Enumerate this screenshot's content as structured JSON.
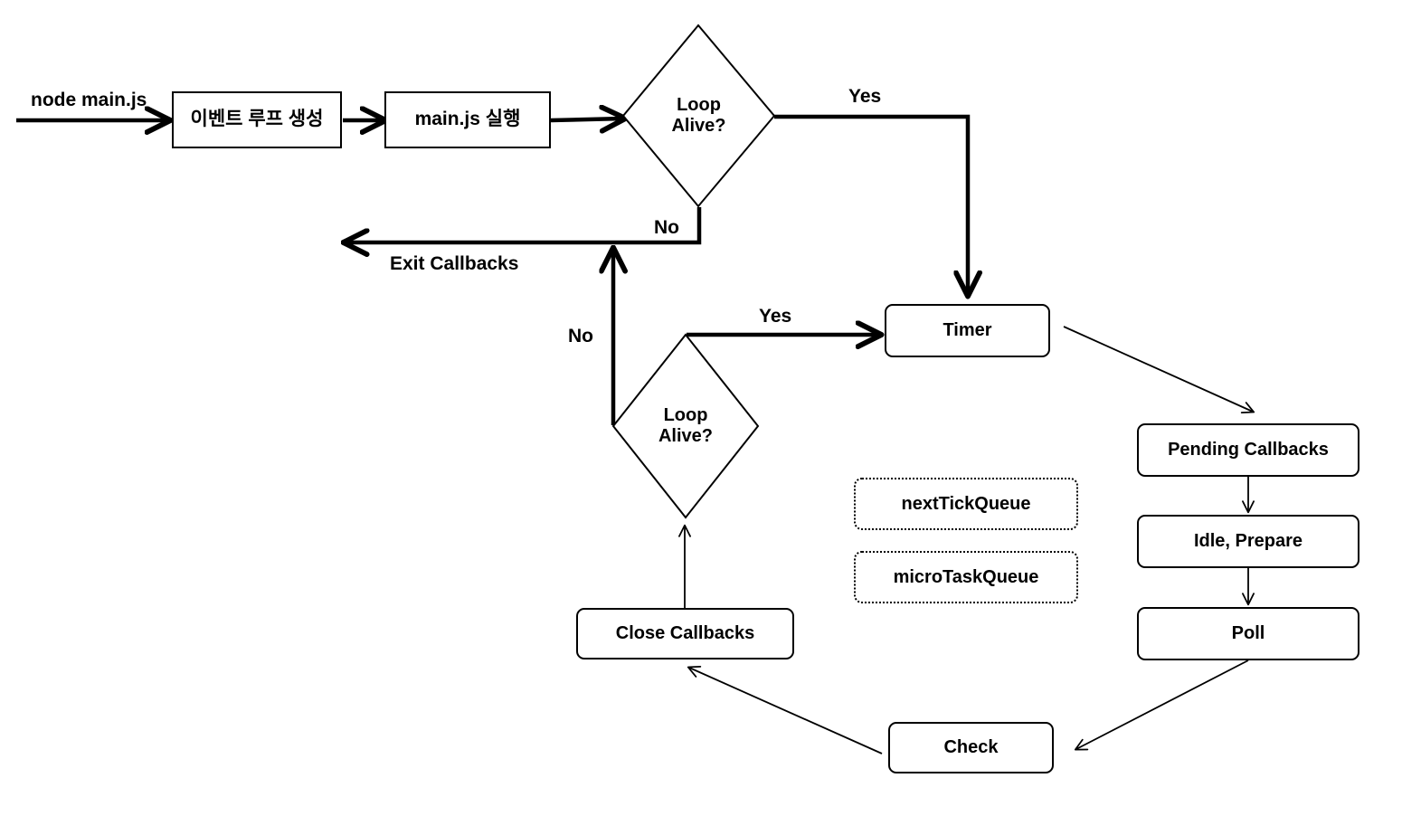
{
  "diagram": {
    "title": "Node.js Event Loop Flowchart",
    "background": "#ffffff",
    "stroke": "#000000",
    "boxes": [
      {
        "id": "event-loop-create",
        "label": "이벤트 루프 생성",
        "shape": "rect-sharp"
      },
      {
        "id": "main-js-run",
        "label": "main.js 실행",
        "shape": "rect-sharp"
      },
      {
        "id": "timer",
        "label": "Timer",
        "shape": "rect-round"
      },
      {
        "id": "pending-callbacks",
        "label": "Pending Callbacks",
        "shape": "rect-round"
      },
      {
        "id": "idle-prepare",
        "label": "Idle, Prepare",
        "shape": "rect-round"
      },
      {
        "id": "poll",
        "label": "Poll",
        "shape": "rect-round"
      },
      {
        "id": "check",
        "label": "Check",
        "shape": "rect-round"
      },
      {
        "id": "close-callbacks",
        "label": "Close Callbacks",
        "shape": "rect-round"
      },
      {
        "id": "next-tick-queue",
        "label": "nextTickQueue",
        "shape": "rect-dotted"
      },
      {
        "id": "micro-task-queue",
        "label": "microTaskQueue",
        "shape": "rect-dotted"
      }
    ],
    "decisions": [
      {
        "id": "loop-alive-top",
        "label": "Loop\nAlive?"
      },
      {
        "id": "loop-alive-bottom",
        "label": "Loop\nAlive?"
      }
    ],
    "edge_labels": {
      "start_command": "node main.js",
      "top_yes": "Yes",
      "top_no": "No",
      "exit_callbacks": "Exit Callbacks",
      "bottom_yes": "Yes",
      "bottom_no": "No"
    }
  }
}
